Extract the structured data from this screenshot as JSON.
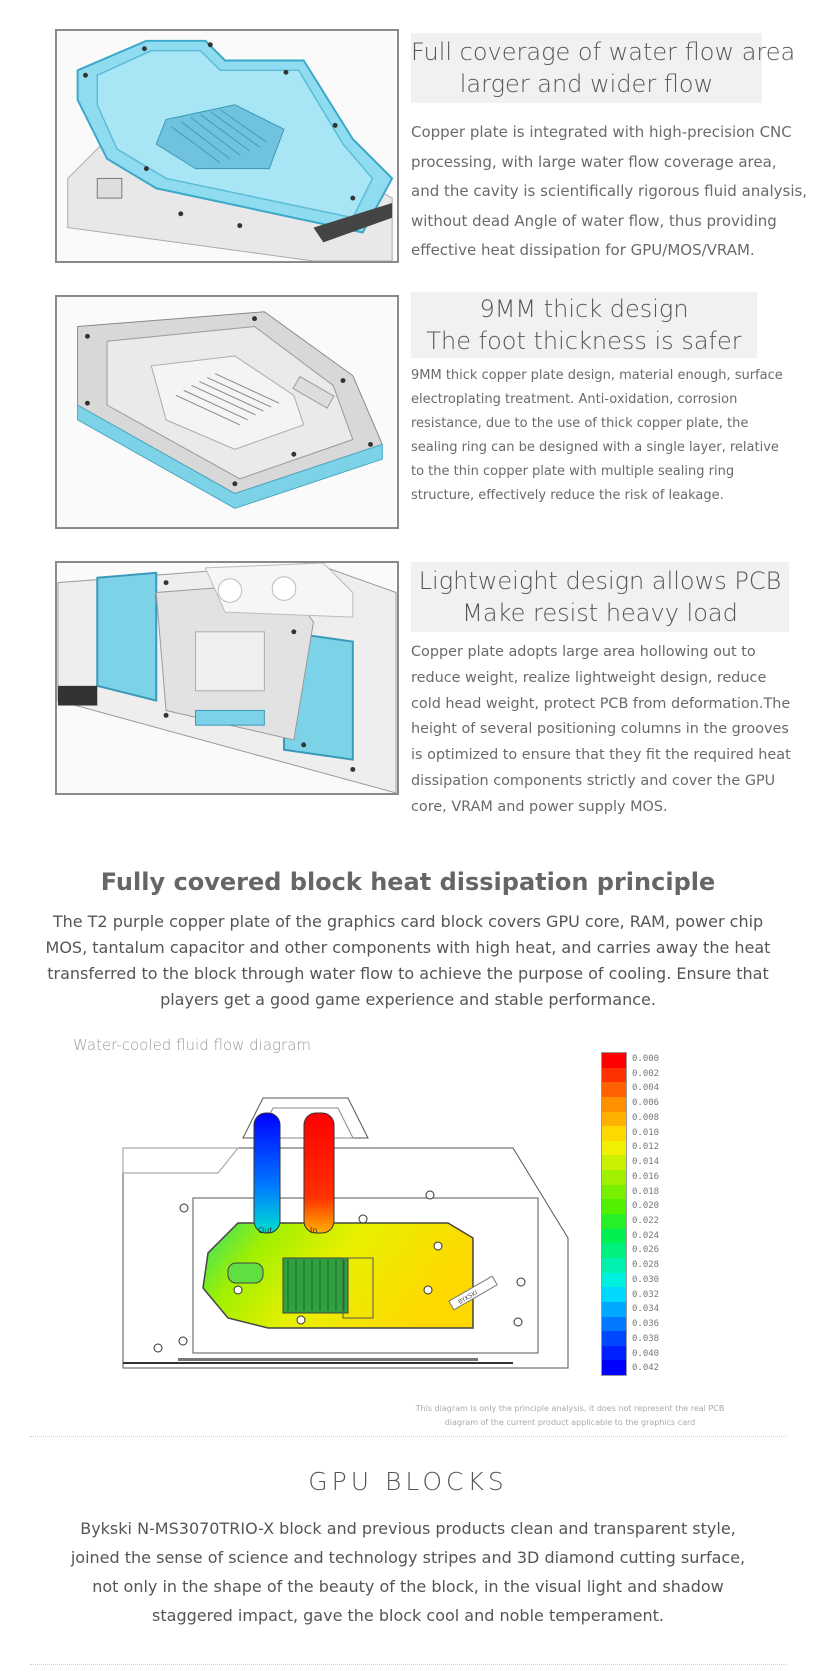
{
  "features": [
    {
      "title_lines": [
        "Full coverage of water flow area",
        "larger and wider flow"
      ],
      "desc_lines": [
        "Copper plate is integrated with high-precision CNC",
        "processing, with large water flow coverage area,",
        "and the cavity is scientifically rigorous fluid analysis,",
        "without dead Angle of water flow, thus providing",
        "effective heat dissipation for GPU/MOS/VRAM."
      ]
    },
    {
      "title_lines": [
        "9MM thick design",
        "The foot thickness is safer"
      ],
      "desc_lines": [
        "9MM thick copper plate design, material enough, surface",
        "electroplating treatment. Anti-oxidation, corrosion",
        "resistance, due to the use of thick copper plate, the",
        "sealing ring can be designed with a single layer, relative",
        "to the thin copper plate with multiple sealing ring",
        "structure, effectively reduce the risk of leakage."
      ]
    },
    {
      "title_lines": [
        "Lightweight design allows PCB",
        "Make resist heavy load"
      ],
      "desc_lines": [
        "Copper plate adopts large area hollowing out to",
        "reduce weight, realize lightweight design, reduce",
        "cold head weight, protect PCB from deformation.The",
        "height of several positioning columns in the grooves",
        "is optimized to ensure that they fit the required heat",
        "dissipation components strictly and cover the GPU",
        "core, VRAM and power supply MOS."
      ]
    }
  ],
  "principle": {
    "title": "Fully covered block heat dissipation principle",
    "body_lines": [
      "The T2 purple copper plate of the graphics card block covers GPU core, RAM, power chip",
      "MOS, tantalum capacitor and other components with high heat, and carries away the heat",
      "transferred to the block through water flow to achieve the purpose of cooling. Ensure that",
      "players get a good game experience and stable performance."
    ]
  },
  "diagram": {
    "caption": "Water-cooled fluid flow diagram",
    "legend_values": [
      "0.000",
      "0.002",
      "0.004",
      "0.006",
      "0.008",
      "0.010",
      "0.012",
      "0.014",
      "0.016",
      "0.018",
      "0.020",
      "0.022",
      "0.024",
      "0.026",
      "0.028",
      "0.030",
      "0.032",
      "0.034",
      "0.036",
      "0.038",
      "0.040",
      "0.042"
    ],
    "legend_colors": [
      "#ff0000",
      "#ff3000",
      "#ff6000",
      "#ff9000",
      "#ffb000",
      "#ffd800",
      "#f0f000",
      "#c8f000",
      "#a0f000",
      "#78f000",
      "#50f000",
      "#28f028",
      "#00f050",
      "#00f080",
      "#00f0b0",
      "#00f0e0",
      "#00d8ff",
      "#00a8ff",
      "#0078ff",
      "#0048ff",
      "#0020ff",
      "#0000ff"
    ],
    "port_labels": [
      "Out",
      "In"
    ],
    "block_logo": "BYKSKI",
    "note_lines": [
      "This diagram is only the principle analysis, it does not represent the real PCB",
      "diagram of the current product applicable to the graphics card"
    ]
  },
  "gpu_blocks": {
    "title": "GPU BLOCKS",
    "body_lines": [
      "Bykski N-MS3070TRIO-X block and previous products clean and transparent style,",
      "joined the sense of science and technology stripes and 3D diamond cutting surface,",
      "not only in the shape of the beauty of the block, in the visual light and shadow",
      "staggered impact, gave the block cool and noble temperament."
    ]
  },
  "colors": {
    "water_blue": "#7cd3e8",
    "divider": "#cccccc"
  }
}
